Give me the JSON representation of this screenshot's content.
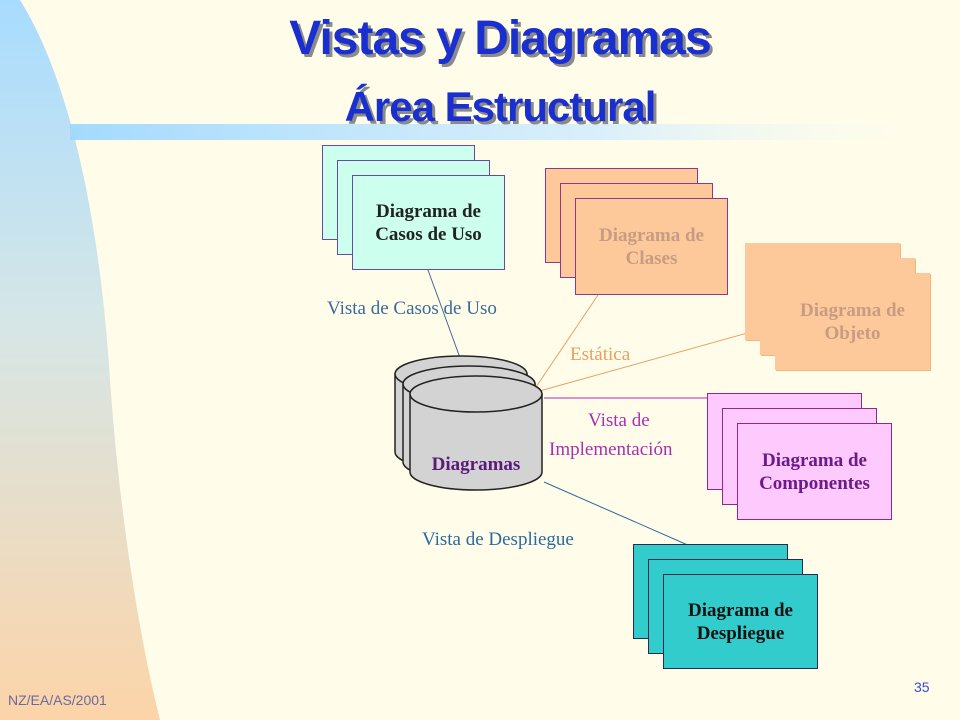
{
  "slide": {
    "title_line1": "Vistas y Diagramas",
    "title_line2": "Área Estructural",
    "footer_left": "NZ/EA/AS/2001",
    "page_number": "35"
  },
  "center": {
    "label": "Diagramas"
  },
  "diagrams": [
    {
      "line1": "Diagrama de",
      "line2": "Casos de Uso",
      "fill": "#ccffee",
      "border": "#6a4aa0",
      "text_color": "#222222"
    },
    {
      "line1": "Diagrama de",
      "line2": "Clases",
      "fill": "#fec99a",
      "border": "#8b3a8b",
      "text_color": "#c79c83"
    },
    {
      "line1": "Diagrama de",
      "line2": "Objeto",
      "fill": "#fec99a",
      "border": "#fec99a",
      "text_color": "#c79c83"
    },
    {
      "line1": "Diagrama de",
      "line2": "Componentes",
      "fill": "#fecafe",
      "border": "#8b2a8b",
      "text_color": "#6a1a8a"
    },
    {
      "line1": "Diagrama de",
      "line2": "Despliegue",
      "fill": "#33cccc",
      "border": "#2a2a4a",
      "text_color": "#111111"
    }
  ],
  "views": {
    "use_case": "Vista de Casos de Uso",
    "static": "Estática",
    "implementation_line1": "Vista de",
    "implementation_line2": "Implementación",
    "deployment": "Vista de Despliegue"
  },
  "colors": {
    "title": "#1a2fd0",
    "use_case_view": "#3a6a9a",
    "static_view": "#e8a060",
    "implementation_view": "#a830b0",
    "deployment_view": "#2a6aa0"
  }
}
